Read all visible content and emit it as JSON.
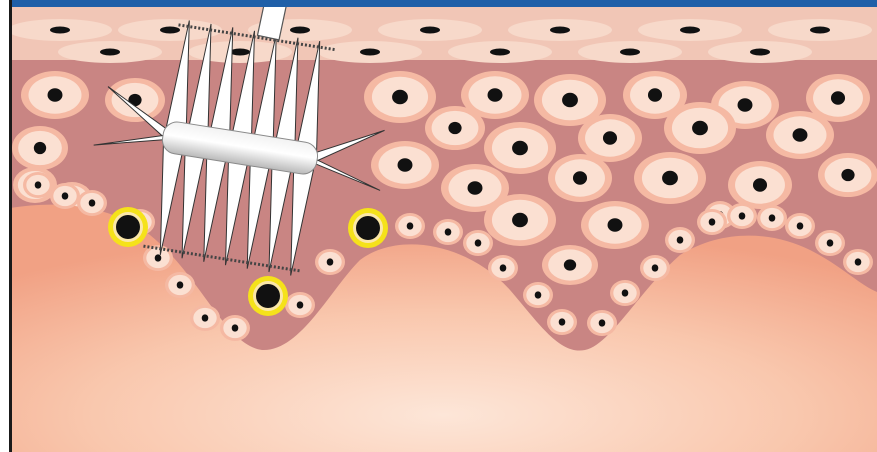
{
  "diagram": {
    "colors": {
      "frame_top": "#1f5fa8",
      "frame_left": "#111111",
      "stratum_corneum": "#f2c9b8",
      "epidermis": "#c98583",
      "dermis_light": "#f7cdb4",
      "dermis_dark": "#f2a88e",
      "cell_ring": "#f5b9a3",
      "cell_fill": "#fbe0d2",
      "nucleus": "#111111",
      "highlight_ring": "#f5e21a",
      "instrument_fill": "#ffffff",
      "instrument_stroke": "#333333",
      "roller_core": "#d8d8d8"
    },
    "elements": [
      "frame",
      "stratum-corneum",
      "epidermis",
      "dermis",
      "epidermal-cells",
      "basal-cells",
      "highlighted-basal-cells",
      "microneedle-roller"
    ],
    "highlighted_cell_count": 3,
    "needle_count": 14
  }
}
